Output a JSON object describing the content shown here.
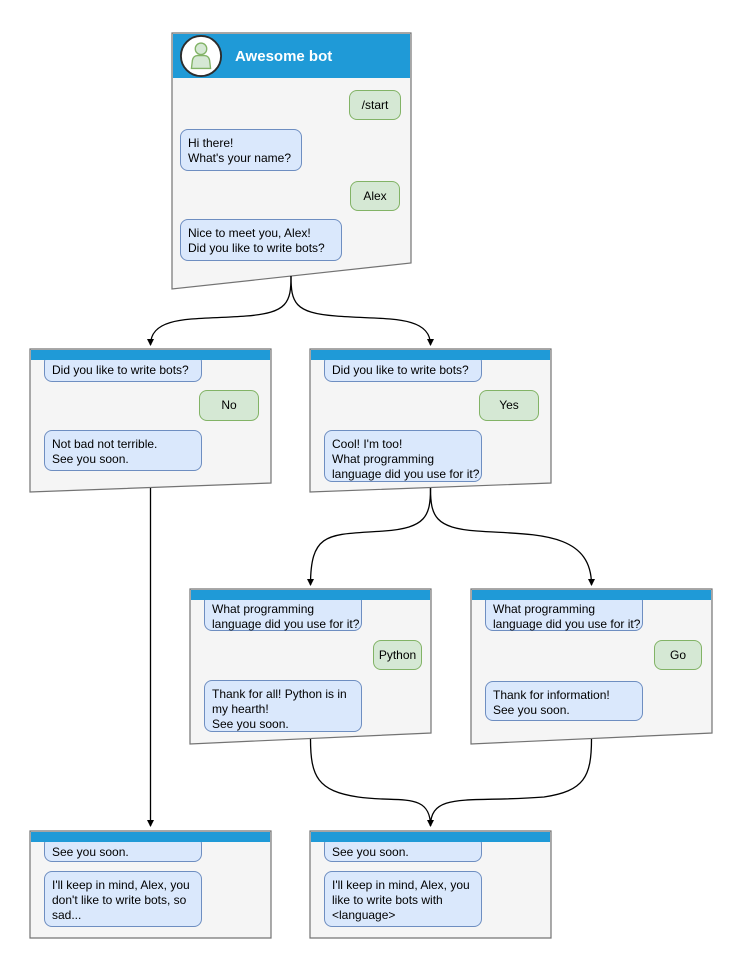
{
  "colors": {
    "header_blue": "#1f9ad7",
    "window_fill": "#f5f5f5",
    "window_border": "#737373",
    "bot_bubble_fill": "#dae8fc",
    "bot_bubble_border": "#6e8ec1",
    "user_bubble_fill": "#d5e8d4",
    "user_bubble_border": "#82b366",
    "arrow": "#000000"
  },
  "icons": {
    "avatar": "person-icon"
  },
  "windows": {
    "main": {
      "title": "Awesome bot",
      "messages": {
        "start": "/start",
        "greeting": "Hi there!\nWhat's your name?",
        "name": "Alex",
        "ask_bots": "Nice to meet you, Alex!\nDid you like to write bots?"
      }
    },
    "no_branch": {
      "question": "Did you like to write bots?",
      "answer": "No",
      "reply": "Not bad not terrible.\nSee you soon."
    },
    "yes_branch": {
      "question": "Did you like to write bots?",
      "answer": "Yes",
      "reply": "Cool! I'm too!\nWhat programming\nlanguage did you use for it?"
    },
    "python_branch": {
      "question": "What programming\nlanguage did you use for it?",
      "answer": "Python",
      "reply": "Thank for all! Python is in\nmy hearth!\nSee you soon."
    },
    "go_branch": {
      "question": "What programming\nlanguage did you use for it?",
      "answer": "Go",
      "reply": "Thank for information!\nSee you soon."
    },
    "end_no": {
      "question": "See you soon.",
      "reply": "I'll keep in mind, Alex, you\ndon't like to write bots, so\nsad..."
    },
    "end_yes": {
      "question": "See you soon.",
      "reply": "I'll keep in mind, Alex, you\nlike to write bots with\n<language>"
    }
  }
}
